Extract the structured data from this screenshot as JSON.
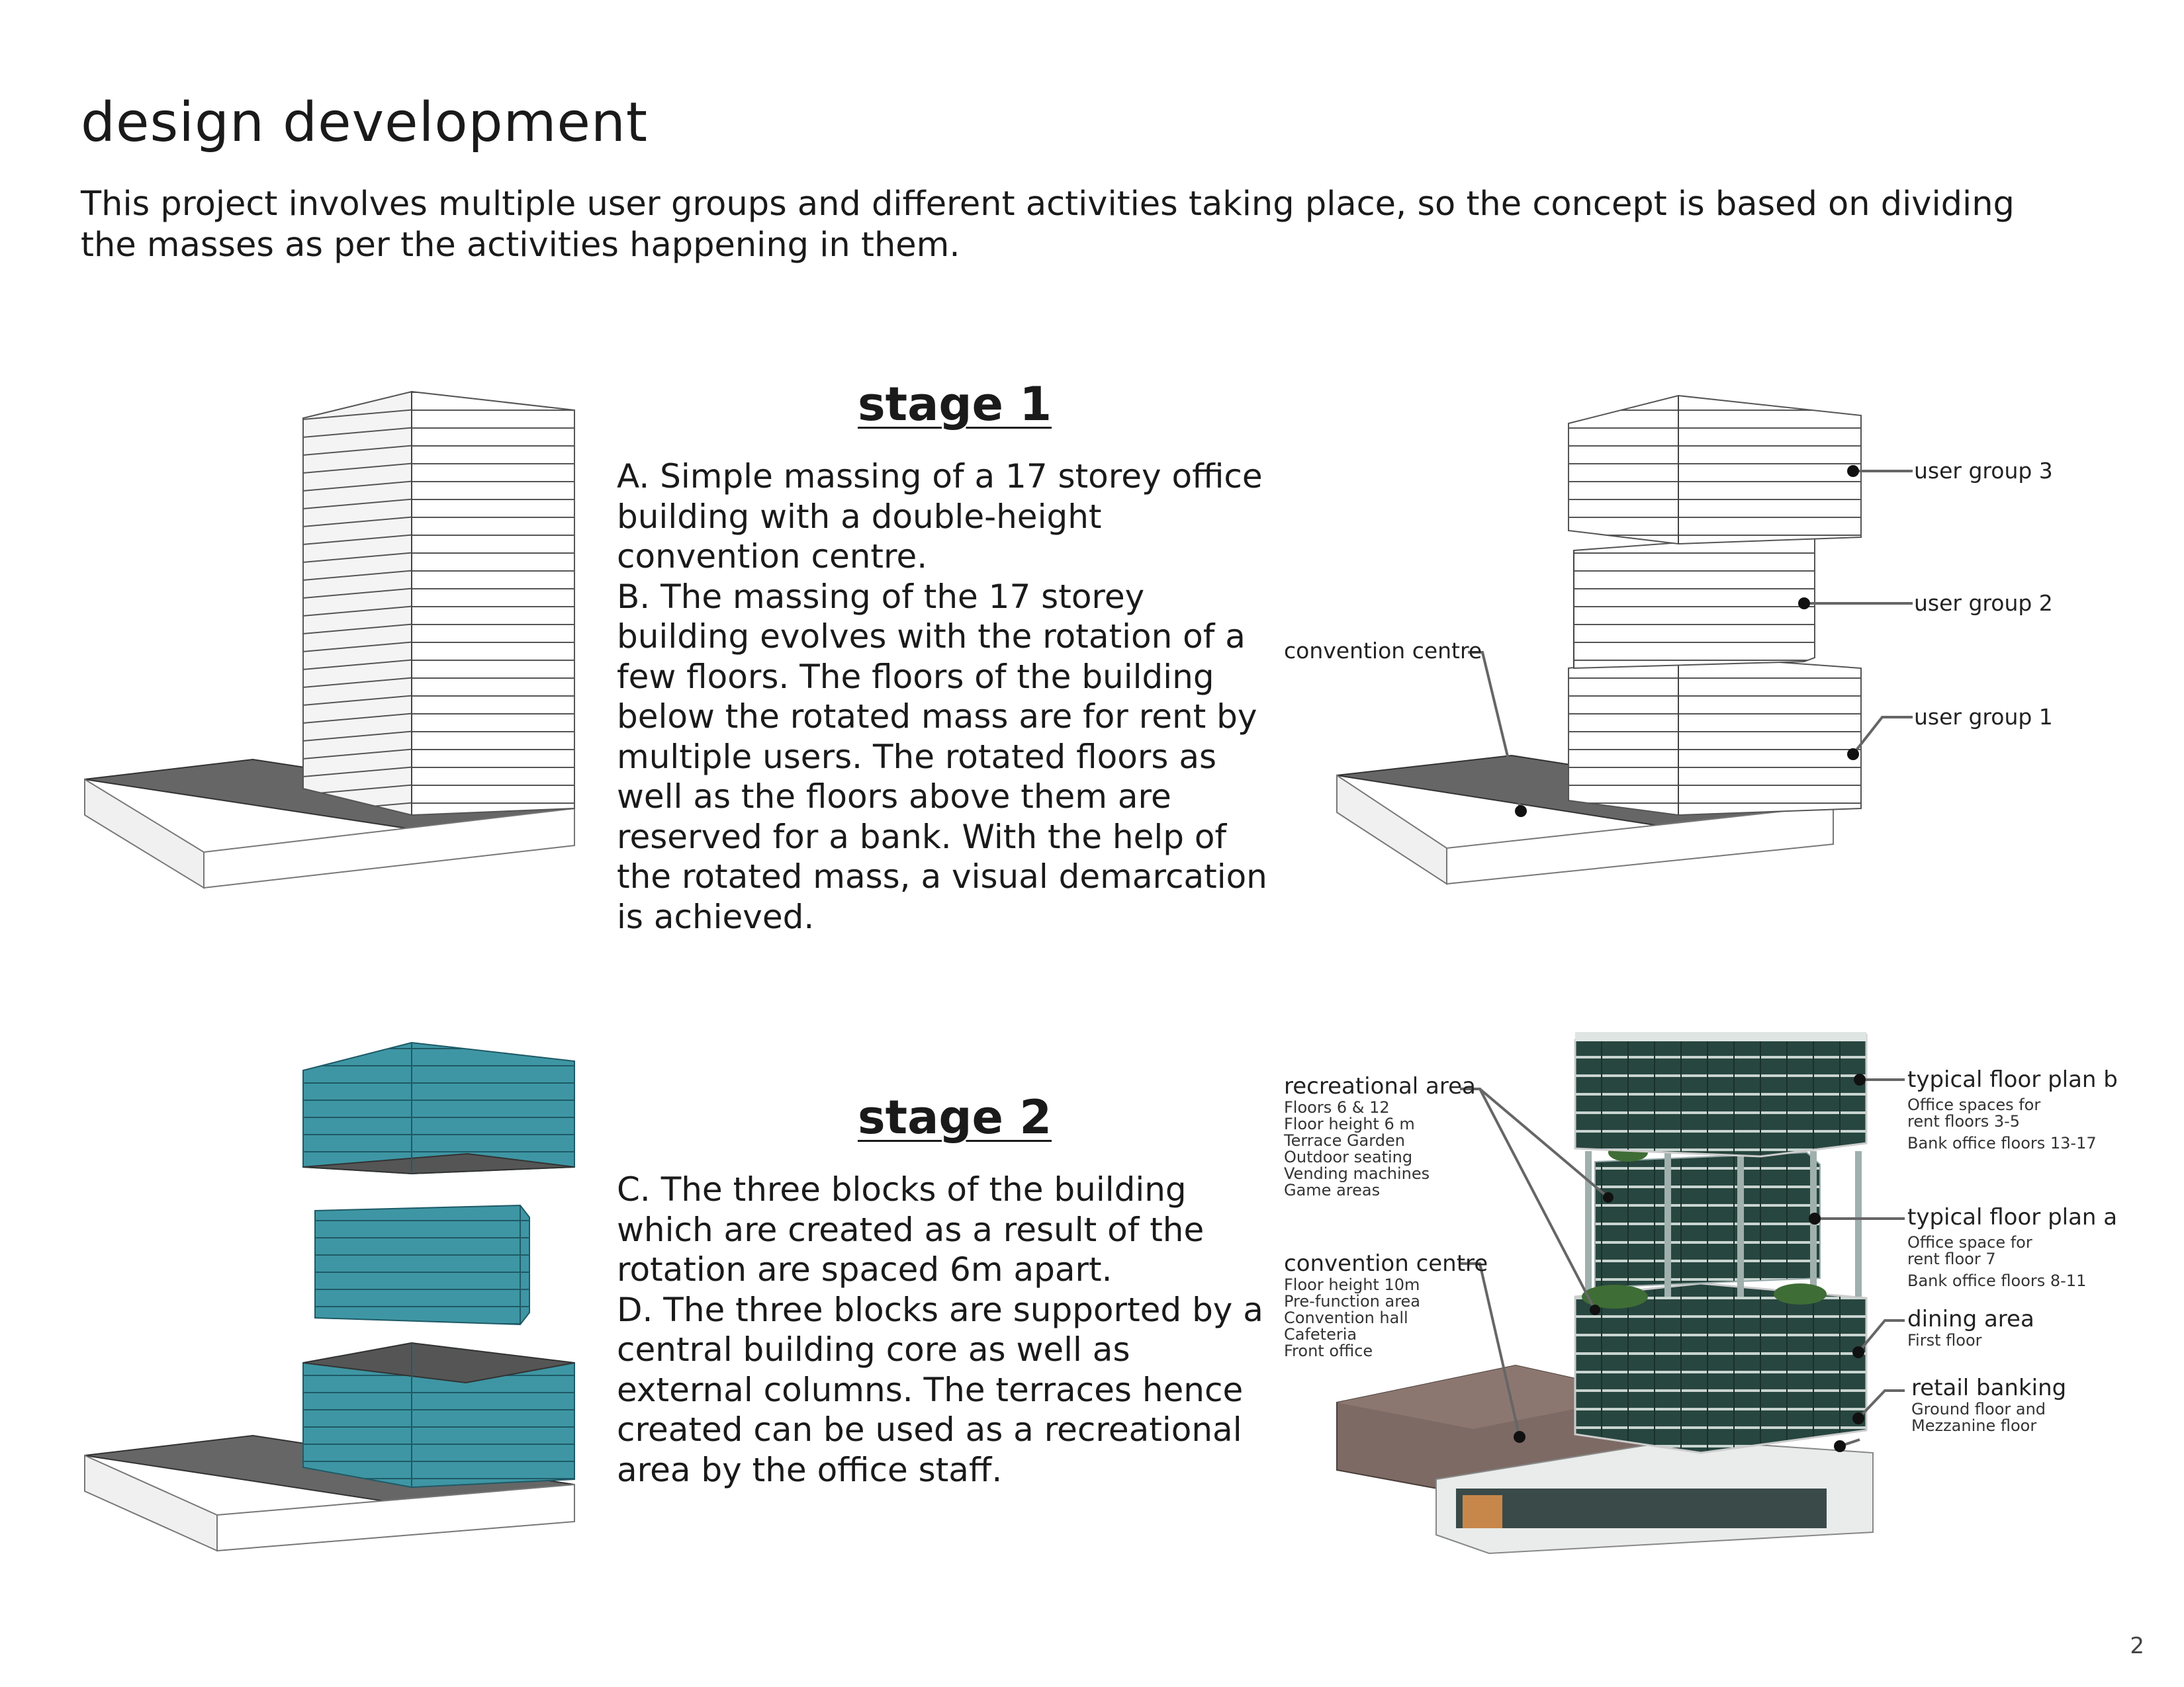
{
  "page": {
    "title": "design development",
    "intro": "This project involves multiple user groups and different activities taking place, so the concept is based on dividing the masses as per the activities happening in them.",
    "page_number": "2"
  },
  "stage1": {
    "heading": "stage 1",
    "paragraph_a": "A.  Simple massing of a 17 storey office building with a double-height convention centre.",
    "paragraph_b": "B.  The massing of the 17 storey building evolves with the rotation of a few floors. The floors of the building below the rotated mass are for rent by multiple users. The rotated floors as well as the floors  above them are reserved for a bank. With the help of the rotated mass, a visual demarcation is achieved.",
    "labels": {
      "convention_centre": "convention centre",
      "user_group_3": "user group 3",
      "user_group_2": "user group 2",
      "user_group_1": "user group 1"
    }
  },
  "stage2": {
    "heading": "stage 2",
    "paragraph_c": "C. The three blocks of the building which are created as a result of the rotation are spaced 6m apart.",
    "paragraph_d": "D. The three blocks are supported by a central building core as well as external columns. The terraces hence created can be used as a recreational area by the office staff.",
    "labels": {
      "recreational_area": {
        "title": "recreational area",
        "details": [
          "Floors 6 & 12",
          "Floor height 6 m",
          "Terrace Garden",
          "Outdoor seating",
          "Vending machines",
          "Game areas"
        ]
      },
      "convention_centre": {
        "title": "convention centre",
        "details": [
          "Floor height 10m",
          "Pre-function area",
          "Convention hall",
          "Cafeteria",
          "Front office"
        ]
      },
      "typical_floor_plan_b": {
        "title": "typical floor plan b",
        "details": [
          "Office spaces for",
          "rent floors 3-5"
        ],
        "extra": "Bank office floors 13-17"
      },
      "typical_floor_plan_a": {
        "title": "typical floor plan a",
        "details": [
          "Office space for",
          "rent floor 7"
        ],
        "extra": "Bank office floors 8-11"
      },
      "dining_area": {
        "title": "dining area",
        "details": [
          "First floor"
        ]
      },
      "retail_banking": {
        "title": "retail banking",
        "details": [
          "Ground floor and",
          "Mezzanine floor"
        ]
      }
    }
  },
  "colors": {
    "site_slab": "#646464",
    "massing_white": "#ffffff",
    "massing_teal": "#3b8e9c",
    "glass_dark": "#23413a",
    "convention_block": "#7d6a64",
    "leader_line": "#555555"
  }
}
